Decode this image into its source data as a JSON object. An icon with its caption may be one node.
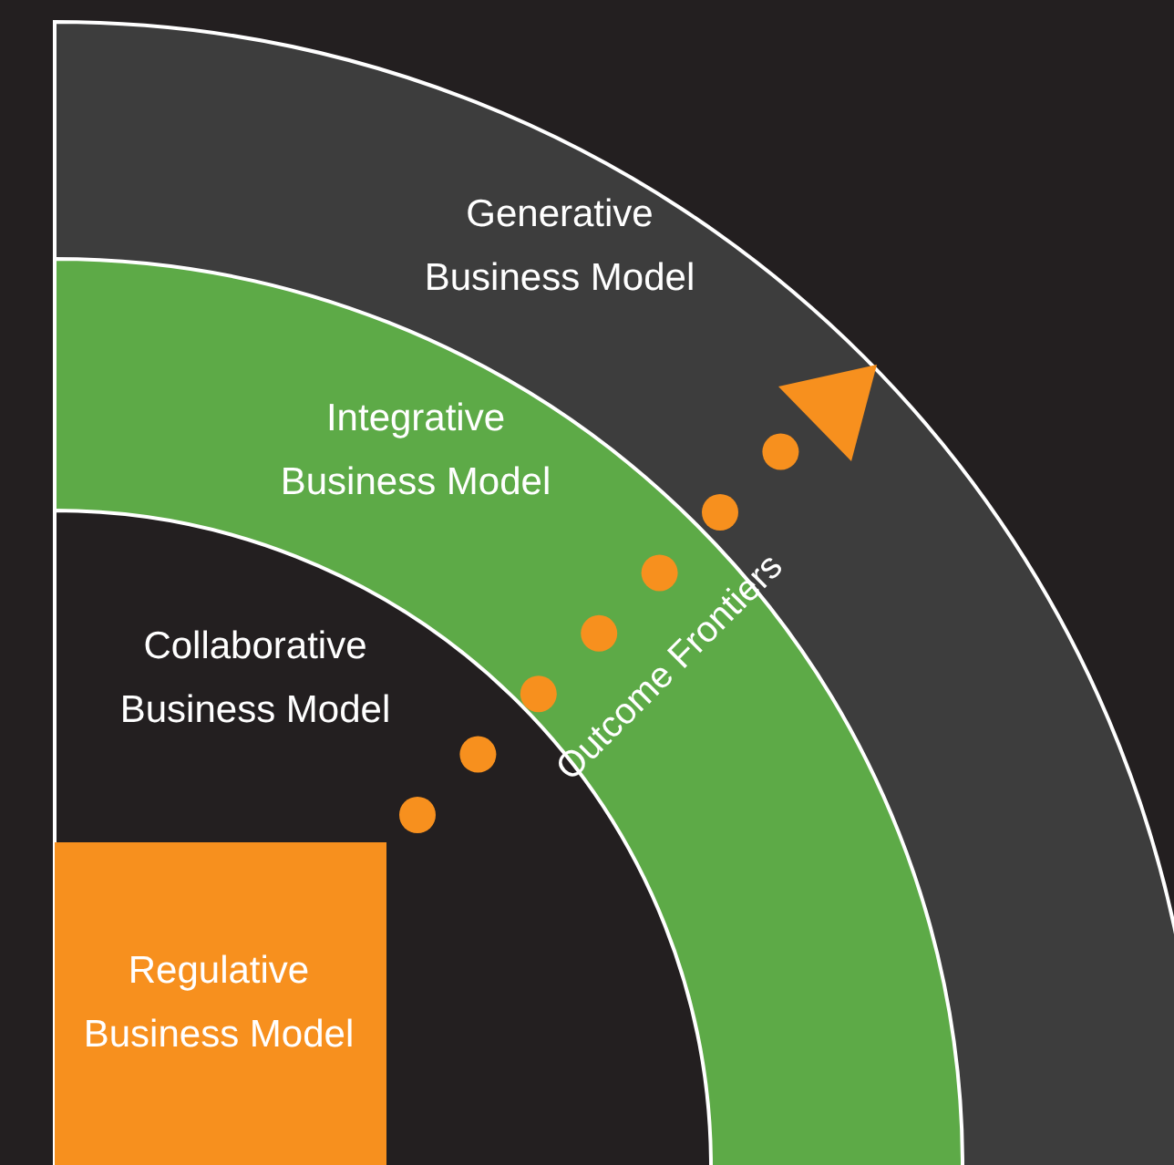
{
  "diagram": {
    "nodes": [
      {
        "text": [
          "Generative Business Model"
        ]
      },
      {
        "text": [
          "Integrative Business Model"
        ],
        "in": 0
      },
      {
        "text": [
          "Collaborative Business Model"
        ],
        "in": 1
      },
      {
        "text": [
          "Regulative Business Model"
        ],
        "in": 2
      }
    ],
    "labels": [
      "Outcome Frontiers"
    ]
  }
}
